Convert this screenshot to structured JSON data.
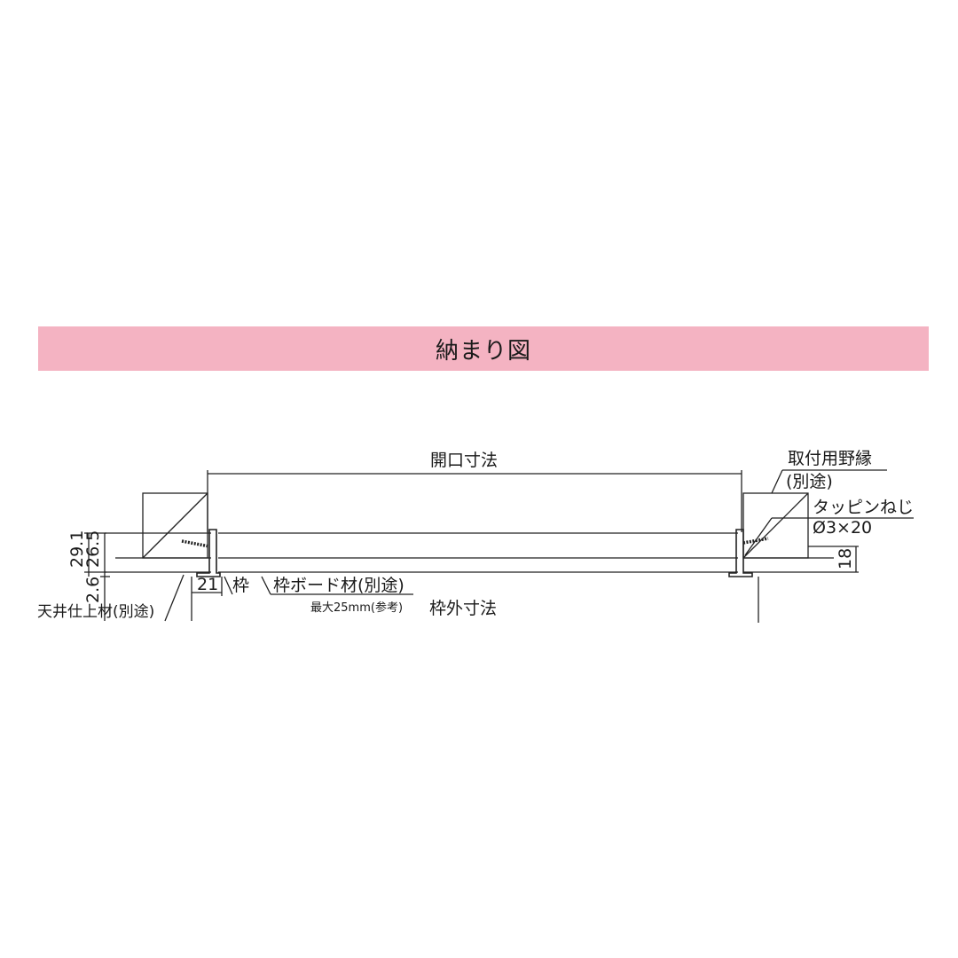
{
  "header": {
    "title": "納まり図",
    "background": "#f4b3c2"
  },
  "diagram": {
    "labels": {
      "opening_dimension": "開口寸法",
      "outer_frame_dimension": "枠外寸法",
      "mounting_furring": "取付用野縁",
      "mounting_furring_note": "(別途)",
      "tapping_screw": "タッピンねじ",
      "tapping_screw_spec": "Ø3×20",
      "ceiling_finish": "天井仕上材(別途)",
      "frame": "枠",
      "frame_board": "枠ボード材(別途)",
      "frame_board_note": "最大25mm(参考)"
    },
    "dimensions": {
      "d_29_1": "29.1",
      "d_26_5": "26.5",
      "d_2_6": "2.6",
      "d_21": "21",
      "d_18": "18"
    }
  }
}
